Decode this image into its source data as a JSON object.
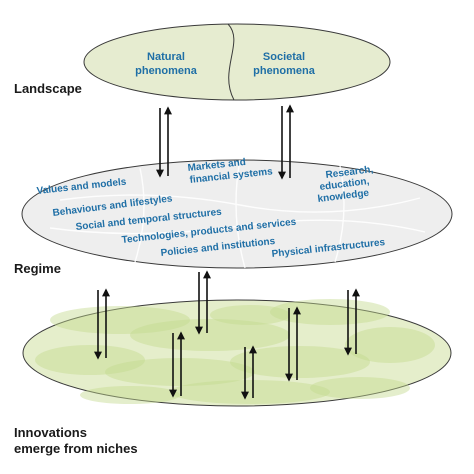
{
  "levels": {
    "landscape": "Landscape",
    "regime": "Regime",
    "innovations_line1": "Innovations",
    "innovations_line2": "emerge from niches"
  },
  "landscape": {
    "left_line1": "Natural",
    "left_line2": "phenomena",
    "right_line1": "Societal",
    "right_line2": "phenomena"
  },
  "regime": {
    "values": "Values and models",
    "markets_line1": "Markets and",
    "markets_line2": "financial systems",
    "research_line1": "Research,",
    "research_line2": "education,",
    "research_line3": "knowledge",
    "behaviours": "Behaviours and lifestyles",
    "social": "Social and temporal structures",
    "technologies": "Technologies, products and services",
    "policies": "Policies and institutions",
    "physical": "Physical infrastructures"
  },
  "colors": {
    "landscape_fill": "#e6ecd0",
    "regime_fill": "#eeeeee",
    "niche_fill": "#c4d98f",
    "label_blue": "#1f6fa6"
  }
}
